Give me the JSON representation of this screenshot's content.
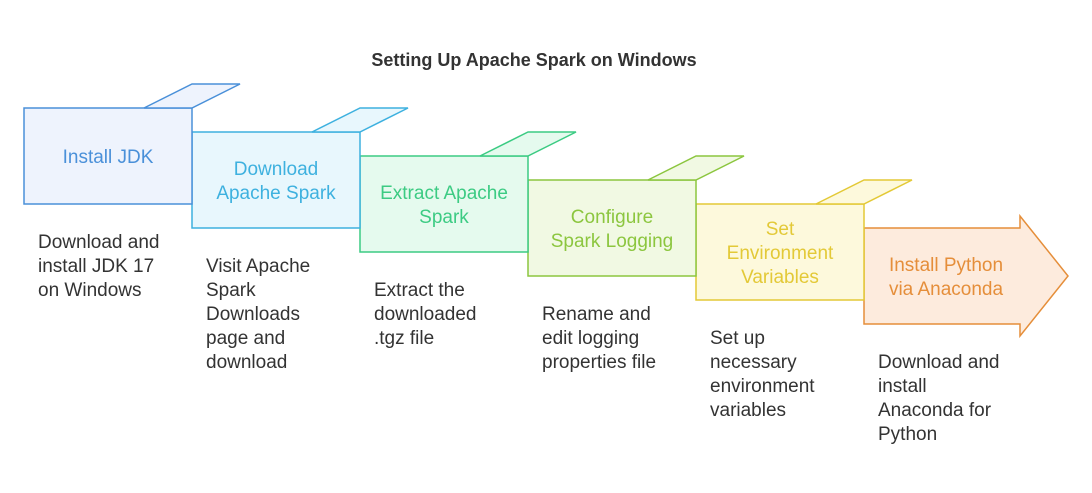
{
  "title": "Setting Up Apache Spark on Windows",
  "steps": [
    {
      "label_lines": [
        "Install JDK"
      ],
      "desc_lines": [
        "Download and",
        "install JDK 17",
        "on Windows"
      ],
      "fill": "#EEF3FD",
      "stroke": "#4A90D9",
      "text_color": "#4A90D9"
    },
    {
      "label_lines": [
        "Download",
        "Apache Spark"
      ],
      "desc_lines": [
        "Visit Apache",
        "Spark",
        "Downloads",
        "page and",
        "download"
      ],
      "fill": "#E8F7FD",
      "stroke": "#3EB1DF",
      "text_color": "#3EB1DF"
    },
    {
      "label_lines": [
        "Extract Apache",
        "Spark"
      ],
      "desc_lines": [
        "Extract the",
        "downloaded",
        ".tgz file"
      ],
      "fill": "#E5FAEE",
      "stroke": "#3CCB83",
      "text_color": "#3CCB83"
    },
    {
      "label_lines": [
        "Configure",
        "Spark Logging"
      ],
      "desc_lines": [
        "Rename and",
        "edit logging",
        "properties file"
      ],
      "fill": "#F1F9E3",
      "stroke": "#8CC63F",
      "text_color": "#8CC63F"
    },
    {
      "label_lines": [
        "Set",
        "Environment",
        "Variables"
      ],
      "desc_lines": [
        "Set up",
        "necessary",
        "environment",
        "variables"
      ],
      "fill": "#FDF9DC",
      "stroke": "#E3C937",
      "text_color": "#E3C937"
    },
    {
      "label_lines": [
        "Install Python",
        "via Anaconda"
      ],
      "desc_lines": [
        "Download and",
        "install",
        "Anaconda for",
        "Python"
      ],
      "fill": "#FDEBDD",
      "stroke": "#E58E3A",
      "text_color": "#E58E3A"
    }
  ]
}
